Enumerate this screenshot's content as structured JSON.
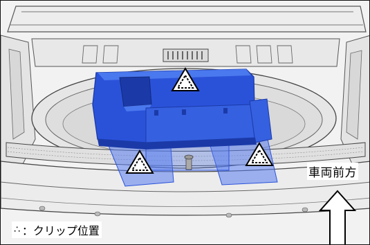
{
  "direction_label": "車両前方",
  "legend": {
    "symbol": "∴",
    "text": "：クリップ位置"
  },
  "colors": {
    "part_blue": "#2a52d9",
    "part_blue_dark": "#1b3aa8",
    "part_blue_light": "#4a78ee",
    "line": "#333333",
    "body_gray": "#e9e9e9"
  },
  "icons": [
    "clip-marker-icon",
    "arrow-up-icon"
  ],
  "clip_marker_count": 3
}
